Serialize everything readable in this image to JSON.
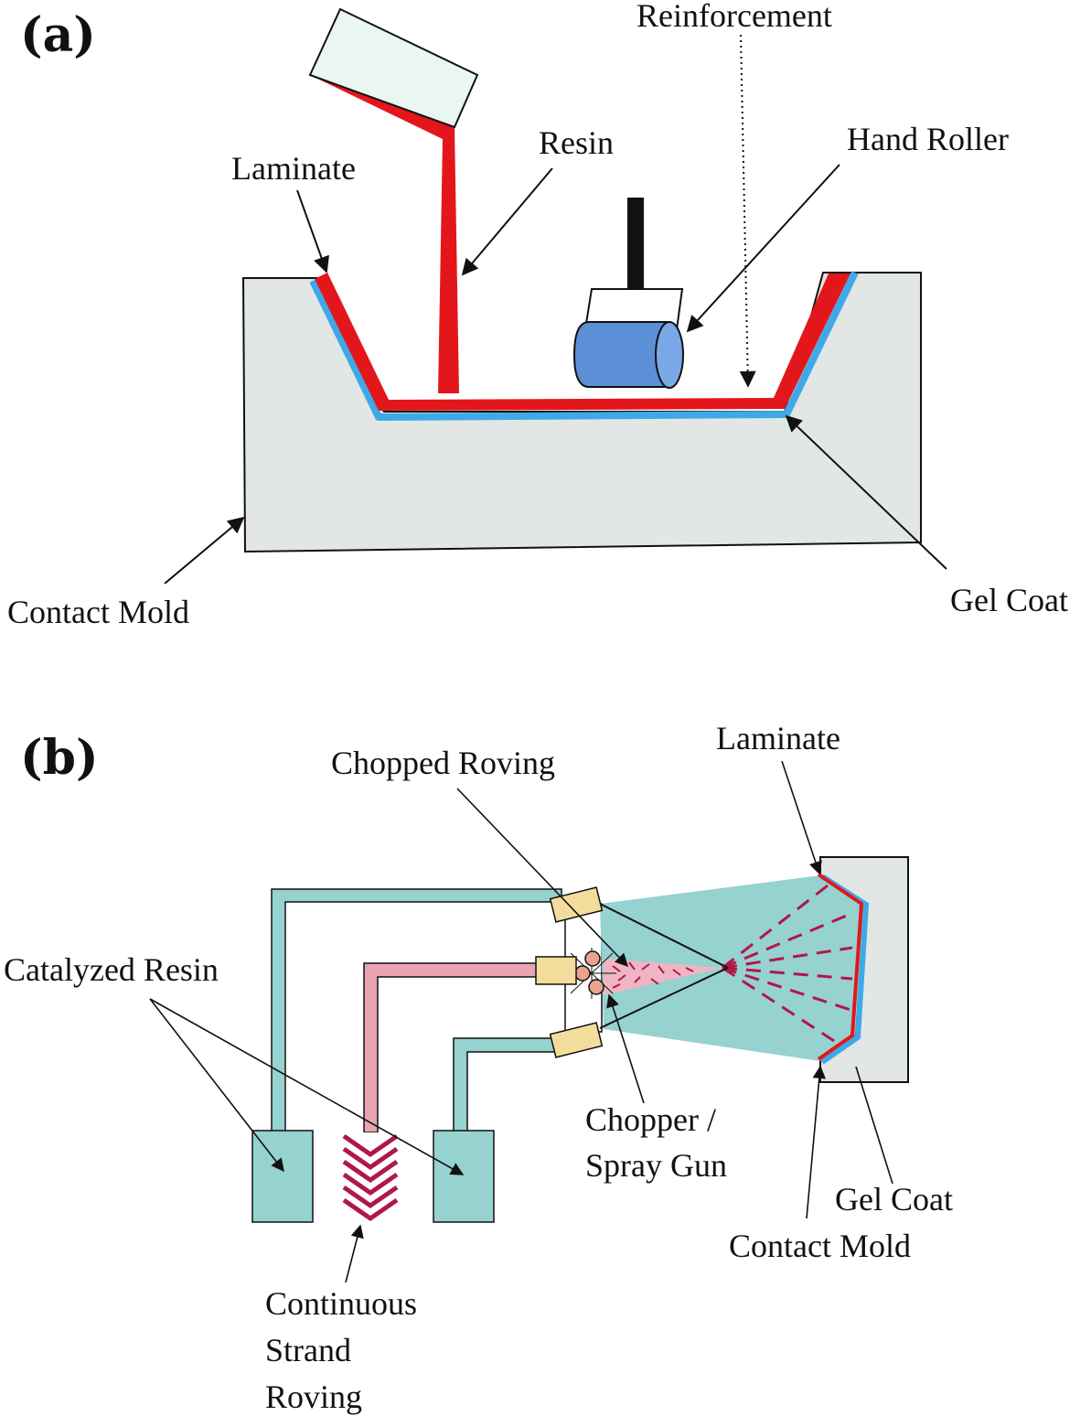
{
  "panel_a": {
    "tag": "(a)",
    "labels": {
      "reinforcement": "Reinforcement",
      "resin": "Resin",
      "hand_roller": "Hand Roller",
      "laminate": "Laminate",
      "contact_mold": "Contact Mold",
      "gel_coat": "Gel Coat"
    }
  },
  "panel_b": {
    "tag": "(b)",
    "labels": {
      "chopped_roving": "Chopped Roving",
      "laminate": "Laminate",
      "catalyzed_resin": "Catalyzed Resin",
      "chopper_line1": "Chopper /",
      "chopper_line2": "Spray Gun",
      "gel_coat": "Gel Coat",
      "contact_mold": "Contact Mold",
      "strand_line1": "Continuous",
      "strand_line2": "Strand",
      "strand_line3": "Roving"
    }
  },
  "colors": {
    "mold_fill": "#e2e6e4",
    "laminate_red": "#e3171b",
    "gel_coat_blue": "#3fa9e8",
    "roller_blue": "#5b8fd6",
    "bucket_fill": "#eaf6f2",
    "teal": "#96d2cf",
    "pink": "#e8a4b0",
    "nozzle": "#f4dd9c",
    "fiber_crimson": "#b0174a"
  }
}
